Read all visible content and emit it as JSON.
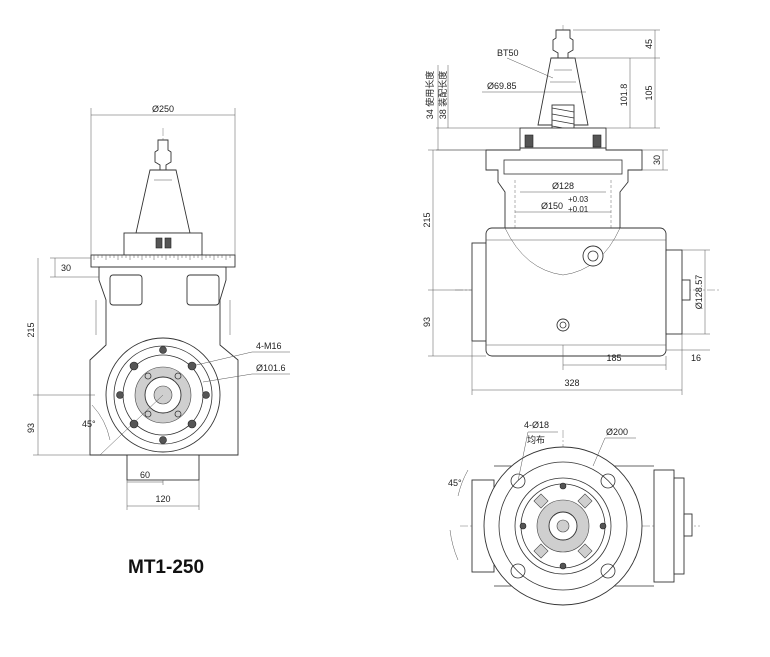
{
  "drawing": {
    "title": "MT1-250",
    "colors": {
      "line": "#333333",
      "fill_grey": "#cfcfcf",
      "background": "#ffffff"
    },
    "front_view": {
      "dim_diameter_250": "Ø250",
      "dim_30": "30",
      "dim_215": "215",
      "dim_93": "93",
      "dim_4_m16": "4-M16",
      "dim_diameter_101_6": "Ø101.6",
      "dim_angle_45": "45°",
      "dim_60": "60",
      "dim_120": "120"
    },
    "side_view": {
      "label_bt50": "BT50",
      "dim_45": "45",
      "dim_diameter_69_85": "Ø69.85",
      "dim_101_8": "101.8",
      "dim_105": "105",
      "label_34_use_length": "34 使用长度",
      "label_38_assembly_length": "38 装配长度",
      "dim_30": "30",
      "dim_diameter_128": "Ø128",
      "dim_diameter_150": "Ø150",
      "tol_upper": "+0.03",
      "tol_lower": "+0.01",
      "dim_215": "215",
      "dim_diameter_128_57": "Ø128.57",
      "dim_93": "93",
      "dim_185": "185",
      "dim_16": "16",
      "dim_328": "328"
    },
    "bottom_view": {
      "dim_4_diameter_18": "4-Ø18",
      "label_evenly": "均布",
      "dim_diameter_200": "Ø200",
      "dim_angle_45": "45°"
    }
  }
}
